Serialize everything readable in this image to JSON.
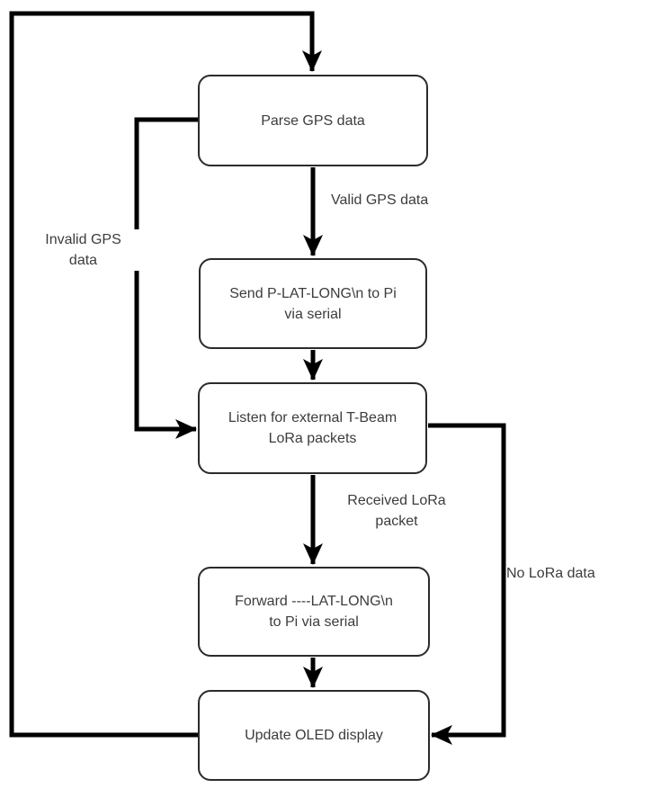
{
  "canvas": {
    "background_color": "#ffffff",
    "line_color": "#000000",
    "node_border_color": "#2b2b2b",
    "text_color": "#3c3c3c"
  },
  "flowchart": {
    "nodes": [
      {
        "id": "parse-gps-data",
        "label": "Parse GPS data"
      },
      {
        "id": "send-p-lat-long",
        "label": [
          "Send P-LAT-LONG\\n to Pi",
          "via serial"
        ]
      },
      {
        "id": "listen-lora",
        "label": [
          "Listen for external T-Beam",
          "LoRa packets"
        ]
      },
      {
        "id": "forward-lat-long",
        "label": [
          "Forward ----LAT-LONG\\n",
          "to Pi via serial"
        ]
      },
      {
        "id": "update-oled",
        "label": "Update OLED display"
      }
    ],
    "edge_labels": {
      "valid_gps": "Valid GPS data",
      "invalid_gps": [
        "Invalid GPS",
        "data"
      ],
      "received_lora": [
        "Received LoRa",
        "packet"
      ],
      "no_lora": "No LoRa data"
    },
    "edges": [
      {
        "from": "parse-gps-data",
        "to": "send-p-lat-long",
        "label": "Valid GPS data"
      },
      {
        "from": "parse-gps-data",
        "to": "listen-lora",
        "label": "Invalid GPS data"
      },
      {
        "from": "send-p-lat-long",
        "to": "listen-lora",
        "label": ""
      },
      {
        "from": "listen-lora",
        "to": "forward-lat-long",
        "label": "Received LoRa packet"
      },
      {
        "from": "listen-lora",
        "to": "update-oled",
        "label": "No LoRa data"
      },
      {
        "from": "forward-lat-long",
        "to": "update-oled",
        "label": ""
      },
      {
        "from": "update-oled",
        "to": "parse-gps-data",
        "label": ""
      }
    ]
  }
}
